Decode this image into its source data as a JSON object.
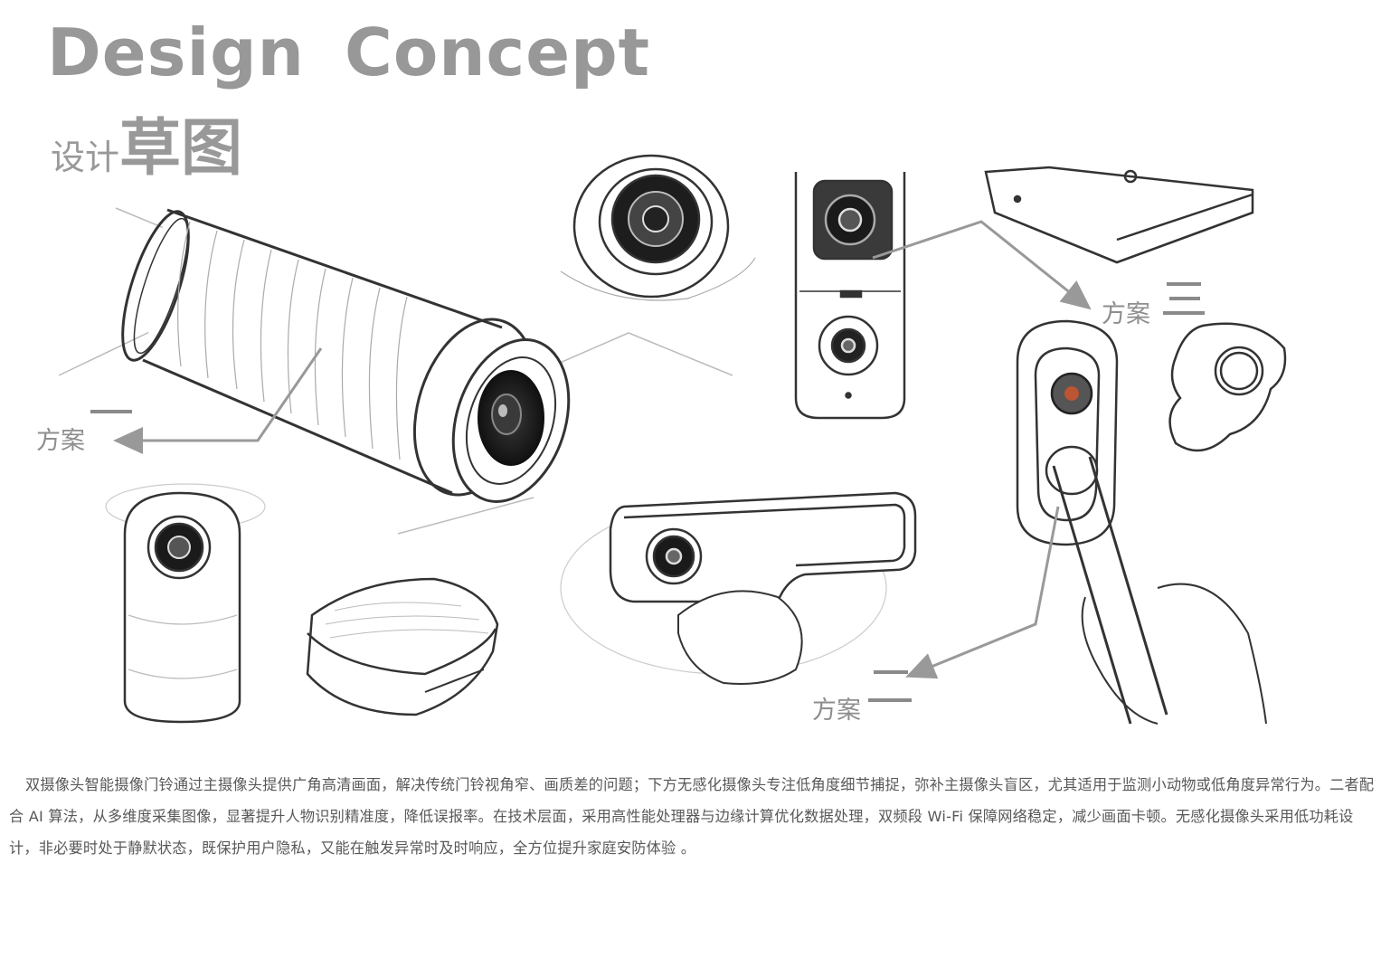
{
  "title": {
    "en": "Design  Concept",
    "cn_small": "设计",
    "cn_big": "草图"
  },
  "labels": {
    "plan1": "方案",
    "plan2": "方案",
    "plan3": "方案"
  },
  "description": "双摄像头智能摄像门铃通过主摄像头提供广角高清画面，解决传统门铃视角窄、画质差的问题；下方无感化摄像头专注低角度细节捕捉，弥补主摄像头盲区，尤其适用于监测小动物或低角度异常行为。二者配合 AI 算法，从多维度采集图像，显著提升人物识别精准度，降低误报率。在技术层面，采用高性能处理器与边缘计算优化数据处理，双频段 Wi-Fi 保障网络稳定，减少画面卡顿。无感化摄像头采用低功耗设计，非必要时处于静默状态，既保护用户隐私，又能在触发异常时及时响应，全方位提升家庭安防体验 。",
  "colors": {
    "title": "#989898",
    "arrow": "#999999",
    "text": "#585858",
    "ink": "#2a2a2a"
  }
}
